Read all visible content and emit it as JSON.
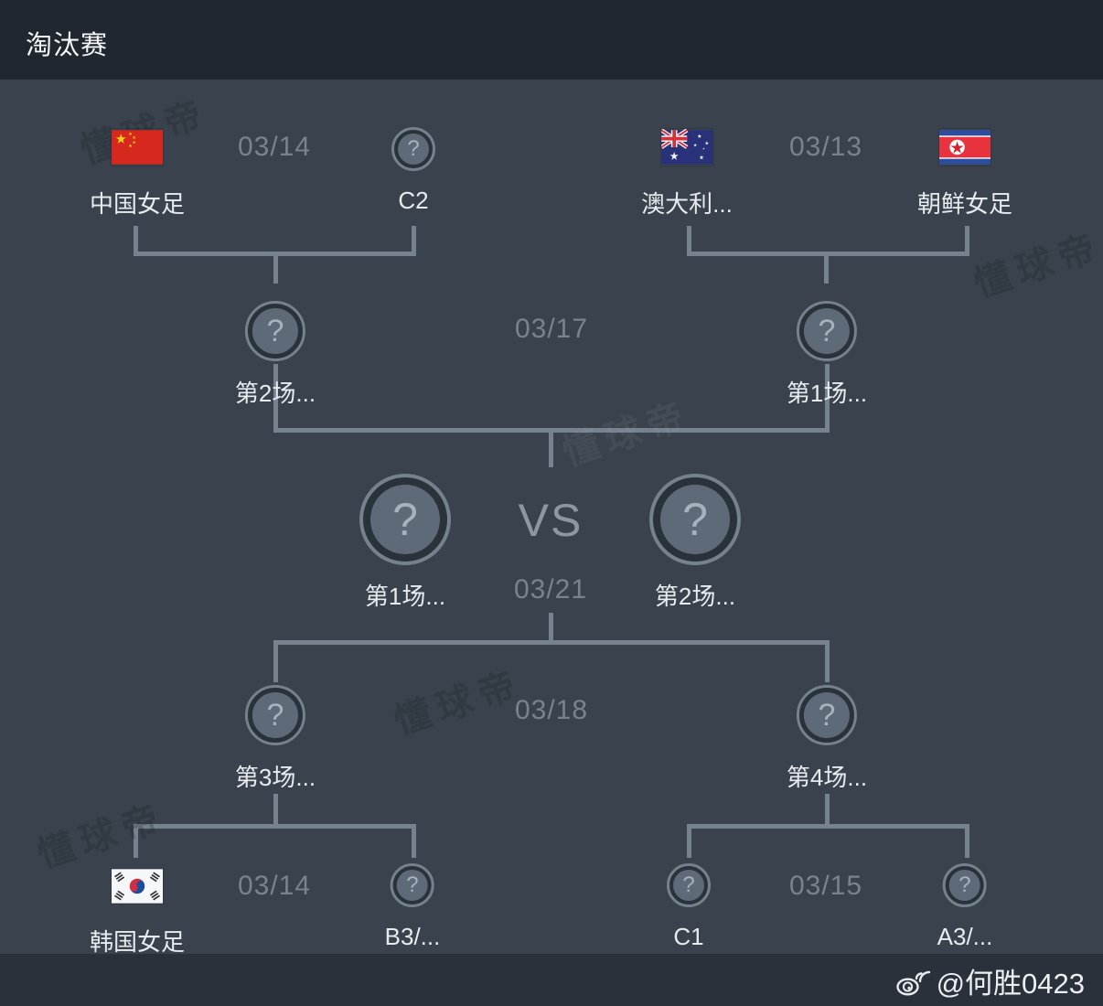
{
  "header": {
    "title": "淘汰赛"
  },
  "watermark": {
    "text": "懂球帝"
  },
  "credit": {
    "handle": "@何胜0423",
    "icon": "weibo-icon"
  },
  "glyphs": {
    "question_mark": "?"
  },
  "colors": {
    "background": "#3a434d",
    "header_bar": "#20272e",
    "footer_bar": "#2a313a",
    "connector_line": "#76828e",
    "date_text": "#79838e",
    "team_text": "#e8ebee"
  },
  "rounds": {
    "qf_top_left": {
      "date": "03/14",
      "home": {
        "name": "中国女足",
        "flag": "china"
      },
      "away": {
        "name": "C2"
      }
    },
    "qf_top_right": {
      "date": "03/13",
      "home": {
        "name": "澳大利...",
        "flag": "australia"
      },
      "away": {
        "name": "朝鲜女足",
        "flag": "north-korea"
      }
    },
    "sf_top": {
      "date": "03/17",
      "left": "第2场...",
      "right": "第1场..."
    },
    "final": {
      "date": "03/21",
      "vs": "VS",
      "left": "第1场...",
      "right": "第2场..."
    },
    "sf_bottom": {
      "date": "03/18",
      "left": "第3场...",
      "right": "第4场..."
    },
    "qf_bottom_left": {
      "date": "03/14",
      "home": {
        "name": "韩国女足",
        "flag": "south-korea"
      },
      "away": {
        "name": "B3/..."
      }
    },
    "qf_bottom_right": {
      "date": "03/15",
      "home": {
        "name": "C1"
      },
      "away": {
        "name": "A3/..."
      }
    }
  }
}
